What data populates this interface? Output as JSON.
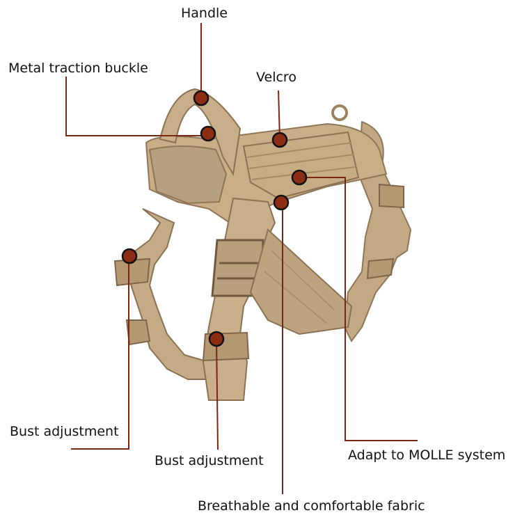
{
  "labels": {
    "handle": "Handle",
    "metal_buckle": "Metal traction buckle",
    "velcro": "Velcro",
    "bust_left": "Bust adjustment",
    "bust_center": "Bust adjustment",
    "molle": "Adapt to MOLLE system",
    "fabric": "Breathable and comfortable fabric"
  },
  "colors": {
    "leader_line": "#7a2614",
    "marker_fill": "#8b2e14",
    "marker_ring": "#111111",
    "harness_light": "#cdb491",
    "harness_mid": "#b89b76",
    "harness_dark": "#8f7656",
    "lining": "#9c8664"
  }
}
